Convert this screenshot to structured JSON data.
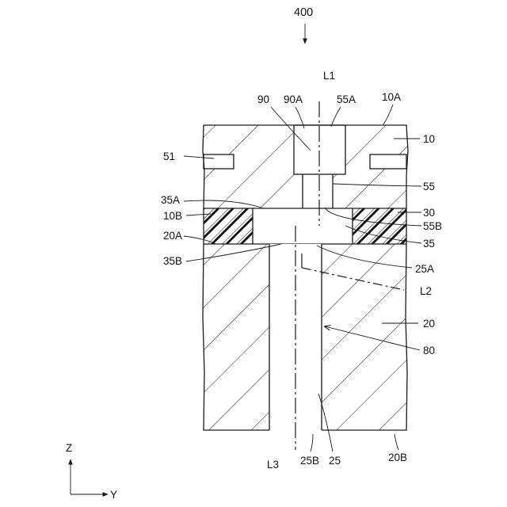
{
  "figure": {
    "number": "400",
    "labels": {
      "filter": "90",
      "filter_face": "90A",
      "axis_l1": "L1",
      "passage_top_end": "55A",
      "first_top_face": "10A",
      "first_member": "10",
      "fitting": "51",
      "first_passage": "55",
      "seal_inner_face": "35A",
      "first_bottom_face": "10B",
      "seal_member": "30",
      "passage_bottom_end": "55B",
      "second_top_face": "20A",
      "seal_hole": "35",
      "seal_lower_face": "35B",
      "channel_top_end": "25A",
      "axis_l2": "L2",
      "second_member": "20",
      "flow_path": "80",
      "channel_bottom_end": "25B",
      "axis_l3": "L3",
      "second_channel": "25",
      "second_bottom_face": "20B"
    },
    "axes": {
      "vertical": "Z",
      "horizontal": "Y"
    }
  }
}
